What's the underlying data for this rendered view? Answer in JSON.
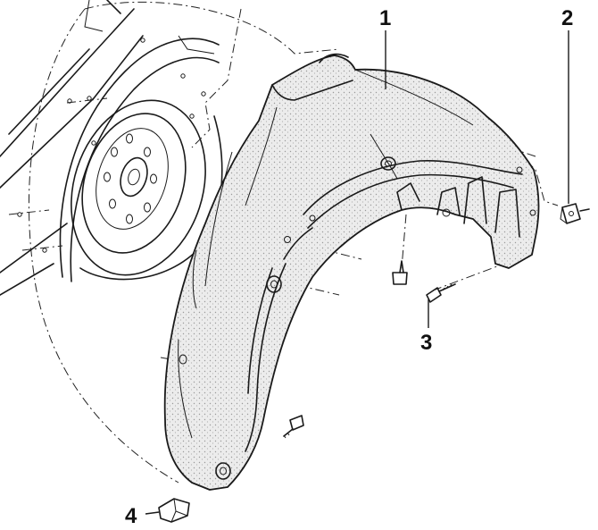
{
  "diagram": {
    "callouts": [
      {
        "id": "1",
        "label": "1",
        "part": "wheel-arch-liner"
      },
      {
        "id": "2",
        "label": "2",
        "part": "clip-nut"
      },
      {
        "id": "3",
        "label": "3",
        "part": "screw"
      },
      {
        "id": "4",
        "label": "4",
        "part": "plastic-rivet"
      }
    ]
  }
}
